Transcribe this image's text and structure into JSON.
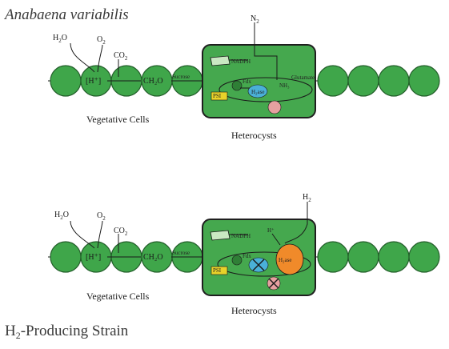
{
  "figure": {
    "title": "Anabaena variabilis",
    "strain_label": {
      "main": "H",
      "sub": "2",
      "rest": "-Producing Strain"
    }
  },
  "panels": [
    {
      "id": "wild-type",
      "n2": {
        "main": "N",
        "sub": "2"
      },
      "h2o": {
        "main": "H",
        "sub": "2",
        "rest": "O"
      },
      "o2": {
        "main": "O",
        "sub": "2"
      },
      "co2": {
        "main": "CO",
        "sub": "2"
      },
      "cell_labels": {
        "ps": "[H⁺]",
        "ch2o": "CH₂O"
      },
      "small_labels": {
        "sucrose": "Sucrose",
        "nadph": "NADPH",
        "fdx": "Fdx",
        "nh3": "NH₃",
        "glutamate": "Glutamate",
        "ps1": "PSI",
        "h2ase": "H₂ase"
      },
      "vegetative_label": "Vegetative Cells",
      "heterocyst_label": "Heterocysts"
    },
    {
      "id": "h2-producing",
      "h2": {
        "main": "H",
        "sub": "2"
      },
      "hplus": "H⁺",
      "h2o": {
        "main": "H",
        "sub": "2",
        "rest": "O"
      },
      "o2": {
        "main": "O",
        "sub": "2"
      },
      "co2": {
        "main": "CO",
        "sub": "2"
      },
      "cell_labels": {
        "ps": "[H⁺]",
        "ch2o": "CH₂O"
      },
      "small_labels": {
        "sucrose": "Sucrose",
        "nadph": "NADPH",
        "fdx": "Fdx",
        "ps1": "PSI",
        "h2ase": "H₂ase"
      },
      "vegetative_label": "Vegetative Cells",
      "heterocyst_label": "Heterocysts"
    }
  ],
  "colors": {
    "cell_fill": "#3fa64a",
    "heterocyst_fill": "#45a84e",
    "enzyme_blue": "#4ab0d8",
    "hydrogenase_orange": "#f08a2a",
    "pink_node": "#e6a0a0",
    "yellow_box": "#e8d22a"
  }
}
